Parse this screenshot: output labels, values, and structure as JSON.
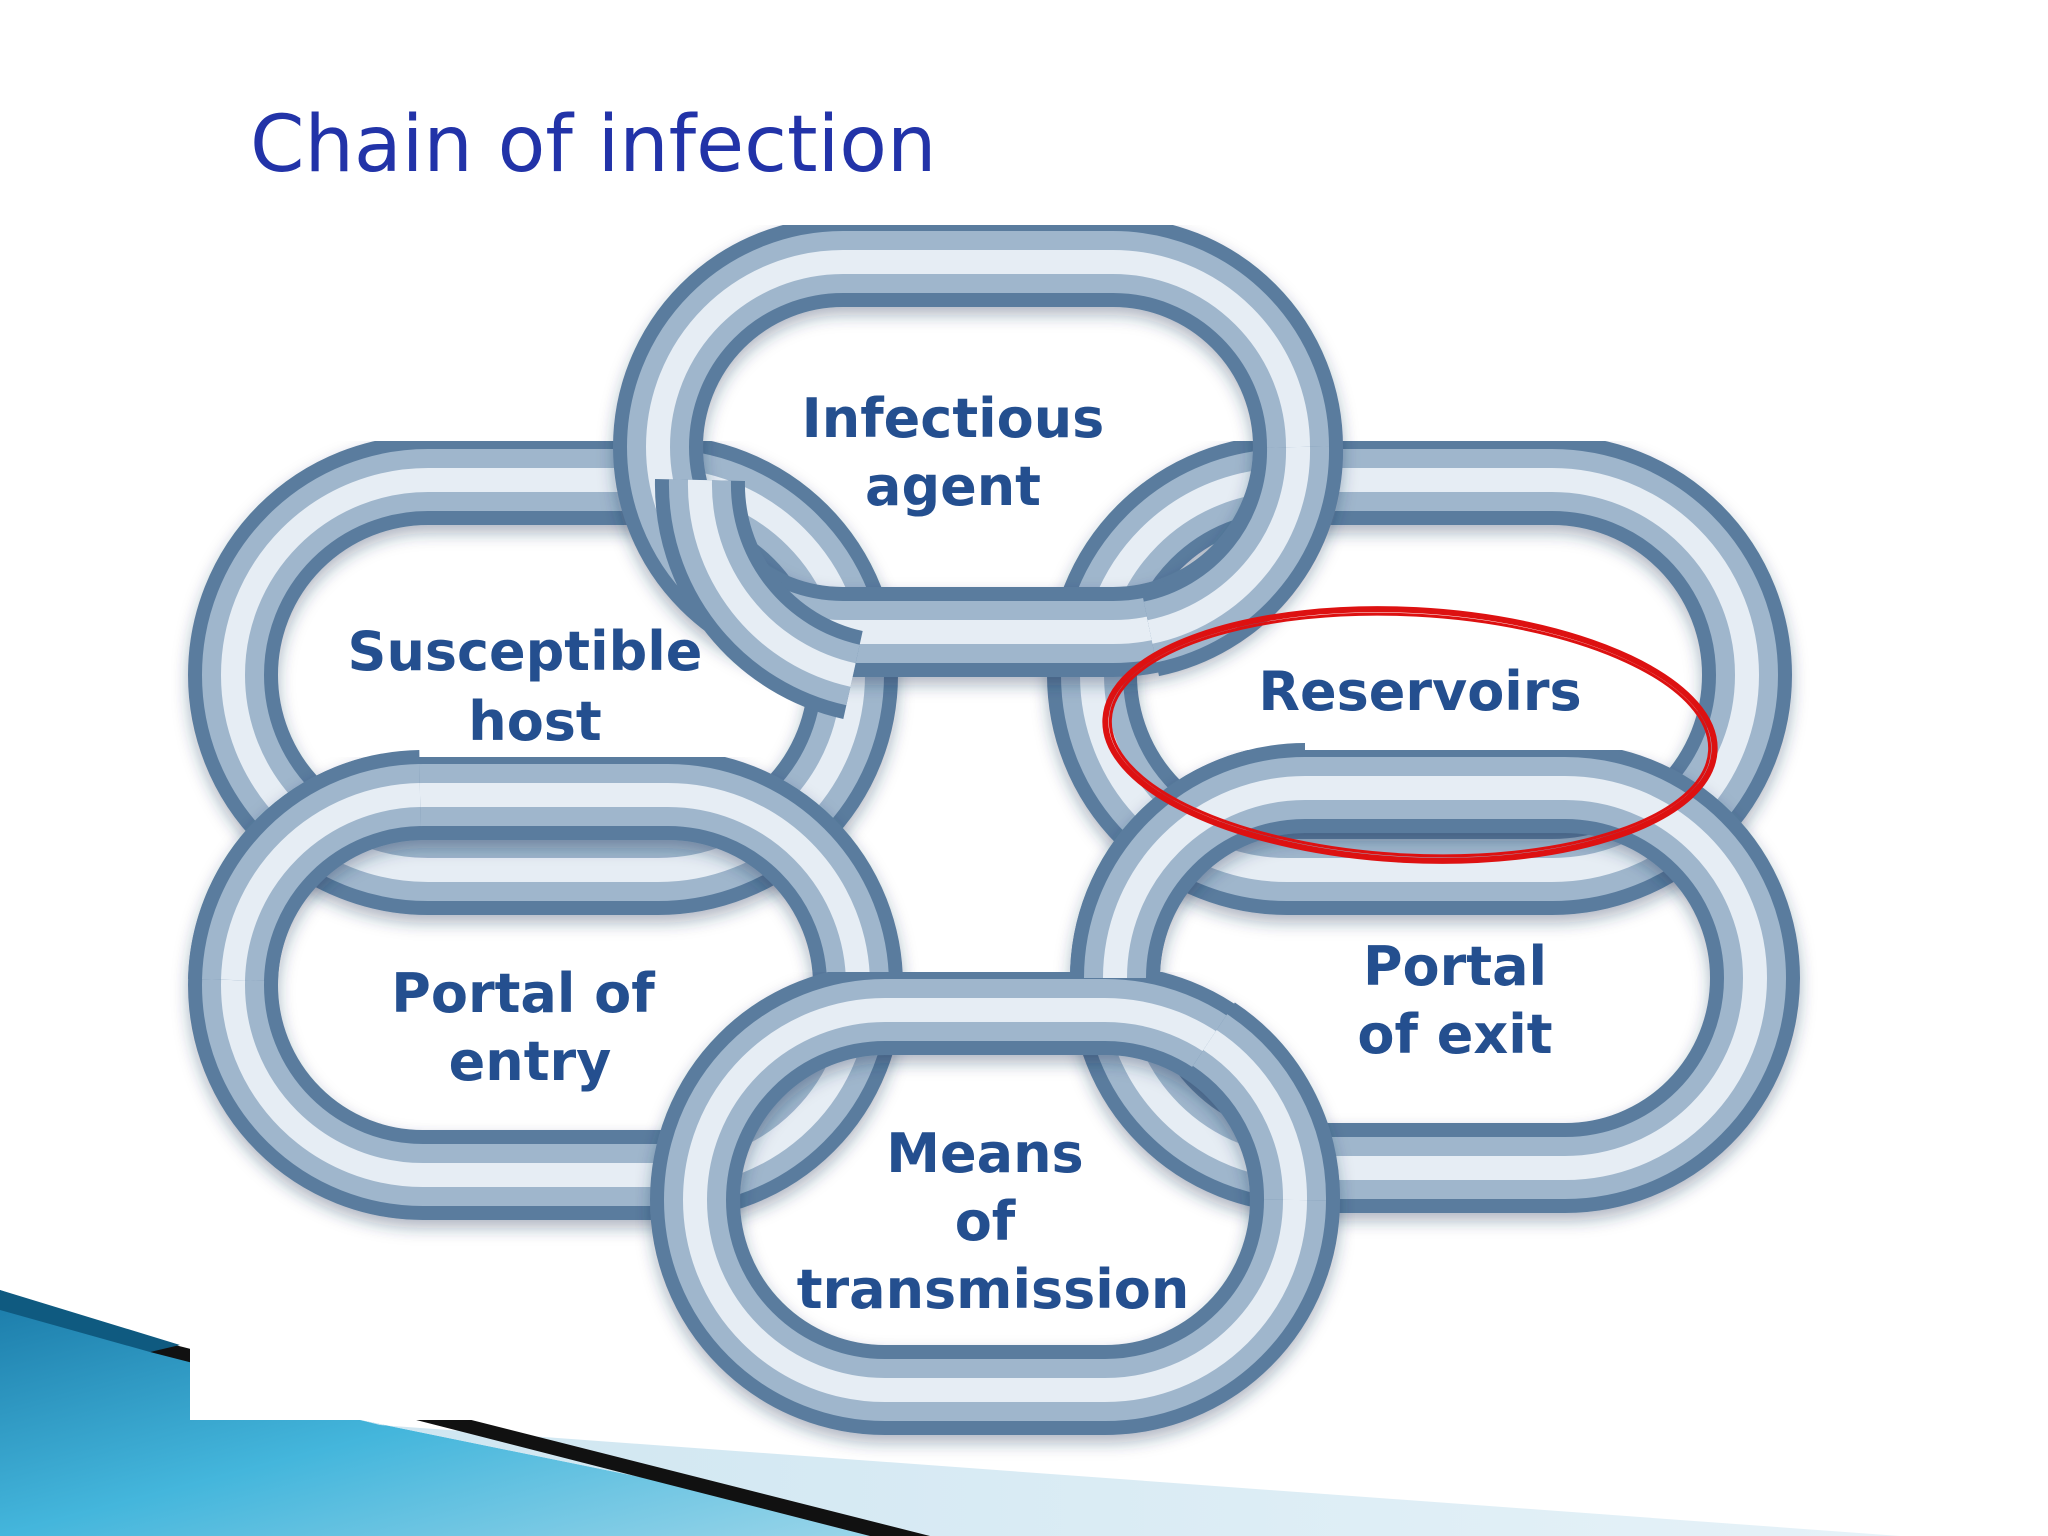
{
  "slide": {
    "title": "Chain of infection"
  },
  "links": {
    "infectious_agent": [
      "Infectious",
      "agent"
    ],
    "susceptible_host": [
      "Susceptible",
      "host"
    ],
    "reservoirs": [
      "Reservoirs"
    ],
    "portal_of_entry": [
      "Portal of",
      "entry"
    ],
    "portal_of_exit": [
      "Portal",
      "of exit"
    ],
    "means_of_transmission": [
      "Means",
      "of",
      "transmission"
    ]
  },
  "colors": {
    "title": "#2233a8",
    "label": "#244f8f",
    "link_outer": "#5d7fa0",
    "link_highlight": "#eef3f8",
    "highlight_ellipse": "#dd1111",
    "corner_teal": "#2aa0c8"
  },
  "highlighted_link": "reservoirs"
}
